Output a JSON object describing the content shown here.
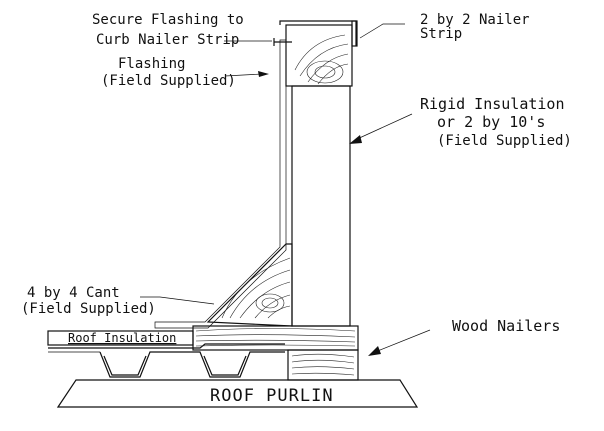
{
  "labels": {
    "secure_flashing_line1": "Secure Flashing to",
    "secure_flashing_line2": "Curb Nailer Strip",
    "flashing_line1": "Flashing",
    "flashing_line2": "(Field Supplied)",
    "nailer_line1": "2 by 2 Nailer",
    "nailer_line2": "Strip",
    "rigid_line1": "Rigid Insulation",
    "rigid_line2": "or 2 by 10's",
    "rigid_line3": "(Field Supplied)",
    "cant_line1": "4 by 4 Cant",
    "cant_line2": "(Field Supplied)",
    "wood_nailers": "Wood Nailers",
    "roof_insulation": "Roof Insulation",
    "roof_purlin": "ROOF PURLIN"
  },
  "colors": {
    "ink": "#111111",
    "paper": "#ffffff"
  }
}
